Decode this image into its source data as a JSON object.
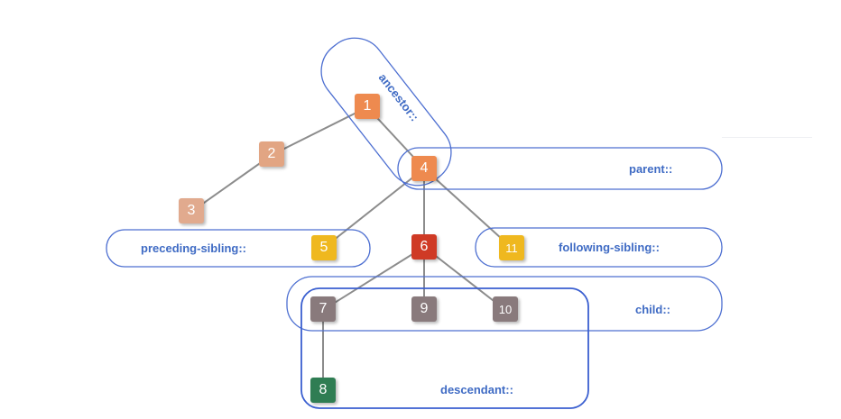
{
  "nodes": {
    "n1": "1",
    "n2": "2",
    "n3": "3",
    "n4": "4",
    "n5": "5",
    "n6": "6",
    "n7": "7",
    "n8": "8",
    "n9": "9",
    "n10": "10",
    "n11": "11"
  },
  "regions": {
    "ancestor": "ancestor::",
    "parent": "parent::",
    "preceding_sibling": "preceding-sibling::",
    "following_sibling": "following-sibling::",
    "child": "child::",
    "descendant": "descendant::"
  },
  "colors": {
    "ancestor_node": "#ee8a4f",
    "ancestor_faded": "#e2a583",
    "ancestor_more_faded": "#e1aa8e",
    "sibling_node": "#efb81f",
    "context_node": "#cf3a25",
    "child_node": "#897a7c",
    "descendant_node": "#2f7d53",
    "region_stroke": "#4d6fd1",
    "label_text": "#3f6bc4"
  }
}
